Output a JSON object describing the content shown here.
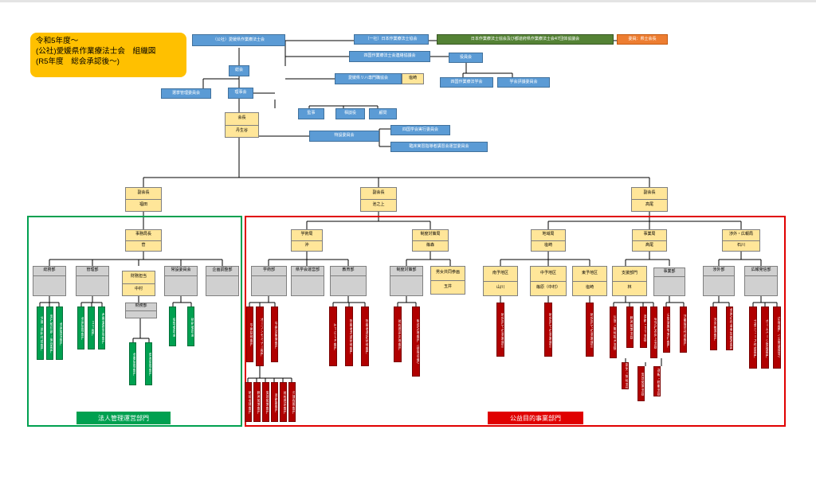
{
  "title": {
    "line1": "令和5年度～",
    "line2": "(公社)愛媛県作業療法士会　組織図",
    "line3": "(R5年度　総会承認後～)"
  },
  "top": {
    "assoc": "（公社）愛媛県作業療法士会",
    "jaot": "（一社）日本作業療法士協会",
    "council47": "日本作業療法士協会及び都道府県作業療法士会47団体協議会",
    "committee_rep": "委員：県士会長",
    "shikoku_council": "四国作業療法士会連絡協議会",
    "yakuin": "役員会",
    "shikoku_gakkai": "四国作業療法学会",
    "gakkai_hyogi": "学会評議委員会",
    "reha_assoc": "愛媛県リハ専門職協会",
    "reha_name": "塩崎",
    "soukai": "総会",
    "senkyo": "選挙管理委員会",
    "rijikai": "理事会",
    "kanji": "監事",
    "soudan": "相談役",
    "komon": "顧問",
    "kaicho": "会長",
    "kaicho_name": "丹生谷",
    "tokusetsu": "特設委員会",
    "shikoku_gakkai_jikko": "四国学会実行委員会",
    "rinsho": "臨床実習指導者講習会運営委員会"
  },
  "vp": [
    {
      "title": "副会長",
      "name": "福田"
    },
    {
      "title": "副会長",
      "name": "池之上"
    },
    {
      "title": "副会長",
      "name": "高尾"
    }
  ],
  "left": {
    "jimukyokucho": "事務局長",
    "jimukyokucho_name": "菅",
    "somu": "総務部",
    "kanri": "管理部",
    "zaimu_tanto": "財務担当",
    "zaimu_tanto_name": "中村",
    "joset": "常設委員会",
    "kikaku": "企画調整部",
    "zaimubu": "財務部",
    "somu_items": [
      "文書・資料作成部門",
      "発行物印刷・発送部門",
      "会員厚生部門"
    ],
    "kanri_items": [
      "会員管理部門",
      "ＩＴ部門",
      "各種業務管理部門"
    ],
    "zaimu_items": [
      "会費管理部門",
      "資産管理部門"
    ],
    "joset_items": [
      "倫理委員会",
      "規約委員会"
    ],
    "label": "法人管理運営部門"
  },
  "mid": {
    "gakujutsukyoku": "学術局",
    "gakujutsukyoku_name": "沖",
    "seidokyoku": "制度対策局",
    "seidokyoku_name": "篠森",
    "gakujutsubu": "学術部",
    "kengakkai": "県学会運営部",
    "kyoikubu": "教育部",
    "seidobu": "制度対策部",
    "danjo": "男女共同参画",
    "danjo_name": "玉井",
    "gakujutsu_items": [
      "学術研修部門",
      "オープンセミナー部門",
      "学術誌編集部門"
    ],
    "open_sub_items": [
      "地域身体部門",
      "精神障害部門",
      "発達障害部門",
      "高齢期部門",
      "福祉用具部門",
      "介護保険部門"
    ],
    "kyoiku_items": [
      "ＭＴＤＬＰ部門",
      "現職者共通研修部門",
      "現職者選択研修部門"
    ],
    "seido_items": [
      "福祉用具対策部門",
      "制度対策部門（情報収集）"
    ],
    "label": "公益目的事業部門"
  },
  "right": {
    "chiikikyoku": "地域局",
    "chiikikyoku_name": "塩崎",
    "jigyokyoku": "事業局",
    "jigyokyoku_name": "髙尾",
    "shogai_koho": "渉外・広報局",
    "shogai_koho_name": "石川",
    "nanyo": "南予地区",
    "nanyo_name": "山川",
    "chuyo": "中予地区",
    "chuyo_name": "篠原（中村）",
    "toyo": "東予地区",
    "toyo_name": "塩崎",
    "shien": "支援部門",
    "shien_name": "林",
    "jigyobu": "事業部",
    "shogaibu": "渉外部",
    "kohobu": "広報発信部",
    "nanyo_items": [
      "地区内での事業運営"
    ],
    "chuyo_items": [
      "地区内での事業運営"
    ],
    "toyo_items": [
      "地区内での事業運営"
    ],
    "shien_items": [
      "災害・職域拡大支援",
      "精神障害支援",
      "高齢・ＩＴ支援",
      "生活行為向上支援"
    ],
    "shien_sub1": "就労・地域支援",
    "shien_sub2": "発達障害支援",
    "shien_sub3": "運転・移動支援",
    "jigyo_items": [
      "公開講座等実行部門",
      "活動報告作成部門"
    ],
    "shogai_items": [
      "渉外推進部門",
      "会員の社会参加推進部門"
    ],
    "koho_items": [
      "士会ニュース作成部門",
      "ホームページ管理部門",
      "広報部門（公開講座等）"
    ]
  }
}
